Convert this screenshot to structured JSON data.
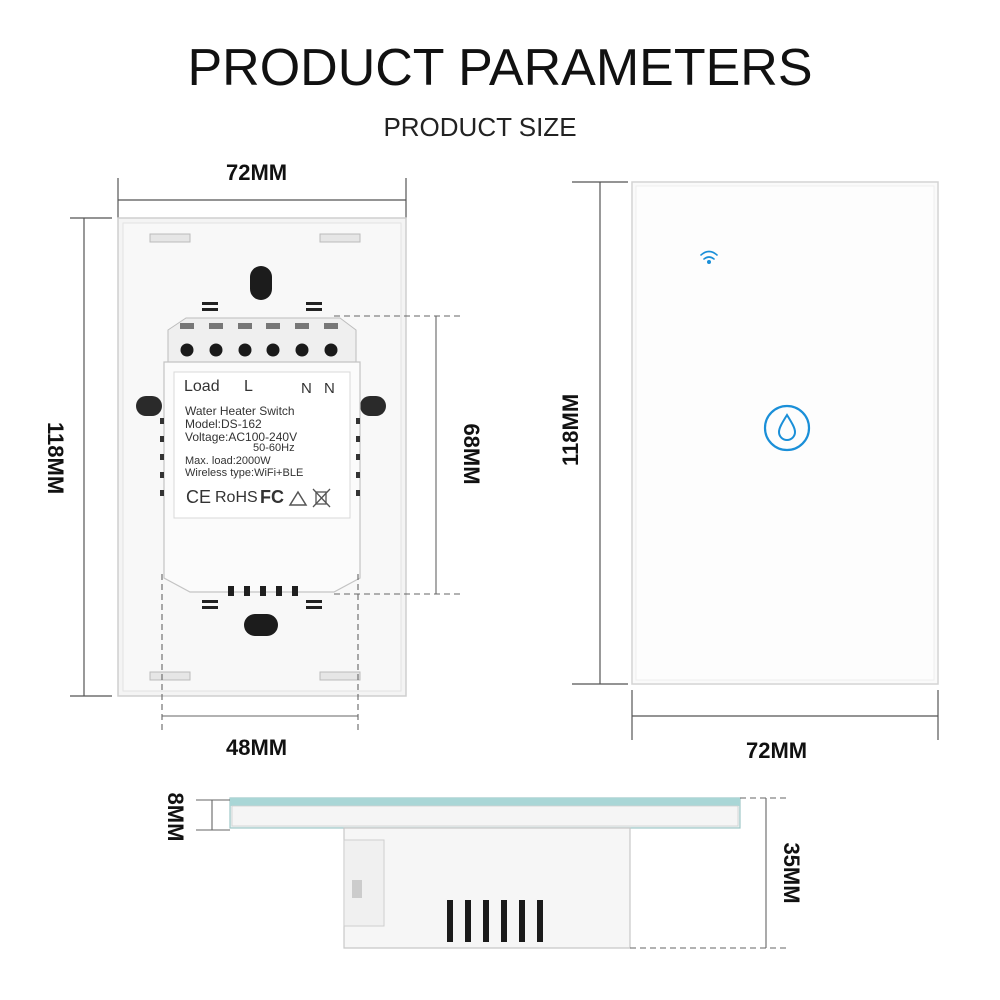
{
  "header": {
    "title": "PRODUCT PARAMETERS",
    "subtitle": "PRODUCT SIZE"
  },
  "dimensions": {
    "back_width": "72MM",
    "back_height": "118MM",
    "inner_height": "68MM",
    "inner_width": "48MM",
    "front_height": "118MM",
    "front_width": "72MM",
    "glass_thickness": "8MM",
    "depth": "35MM"
  },
  "label_plate": {
    "terminals": {
      "load": "Load",
      "l": "L",
      "n1": "N",
      "n2": "N"
    },
    "lines": {
      "name": "Water Heater Switch",
      "model": "Model:DS-162",
      "voltage": "Voltage:AC100-240V",
      "frequency": "50-60Hz",
      "max_load": "Max. load:2000W",
      "wireless": "Wireless type:WiFi+BLE"
    },
    "marks": {
      "ce": "CE",
      "rohs": "RoHS",
      "fc": "FC"
    }
  },
  "front_panel": {
    "wifi_icon": "wifi-icon",
    "button_icon": "water-drop-icon",
    "accent": "#1a8fd8"
  }
}
